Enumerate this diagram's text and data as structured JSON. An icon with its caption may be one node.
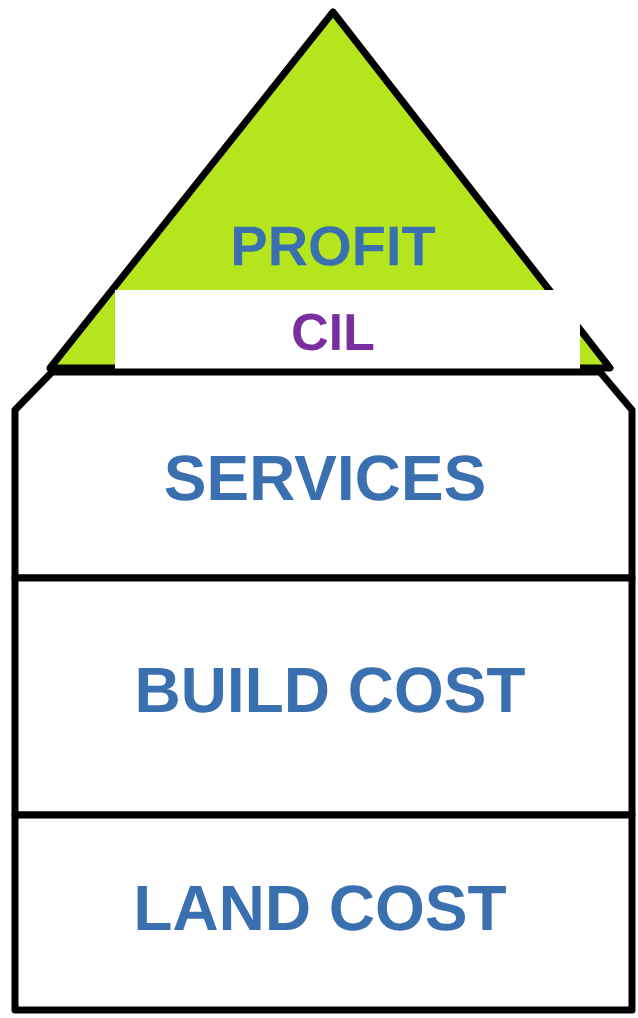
{
  "diagram": {
    "nodes": [
      {
        "text": [
          "PROFIT"
        ]
      },
      {
        "text": [
          "CIL"
        ],
        "in": 0
      },
      {
        "text": [
          "SERVICES"
        ]
      },
      {
        "text": [
          "BUILD COST"
        ]
      },
      {
        "text": [
          "LAND COST"
        ]
      }
    ]
  }
}
